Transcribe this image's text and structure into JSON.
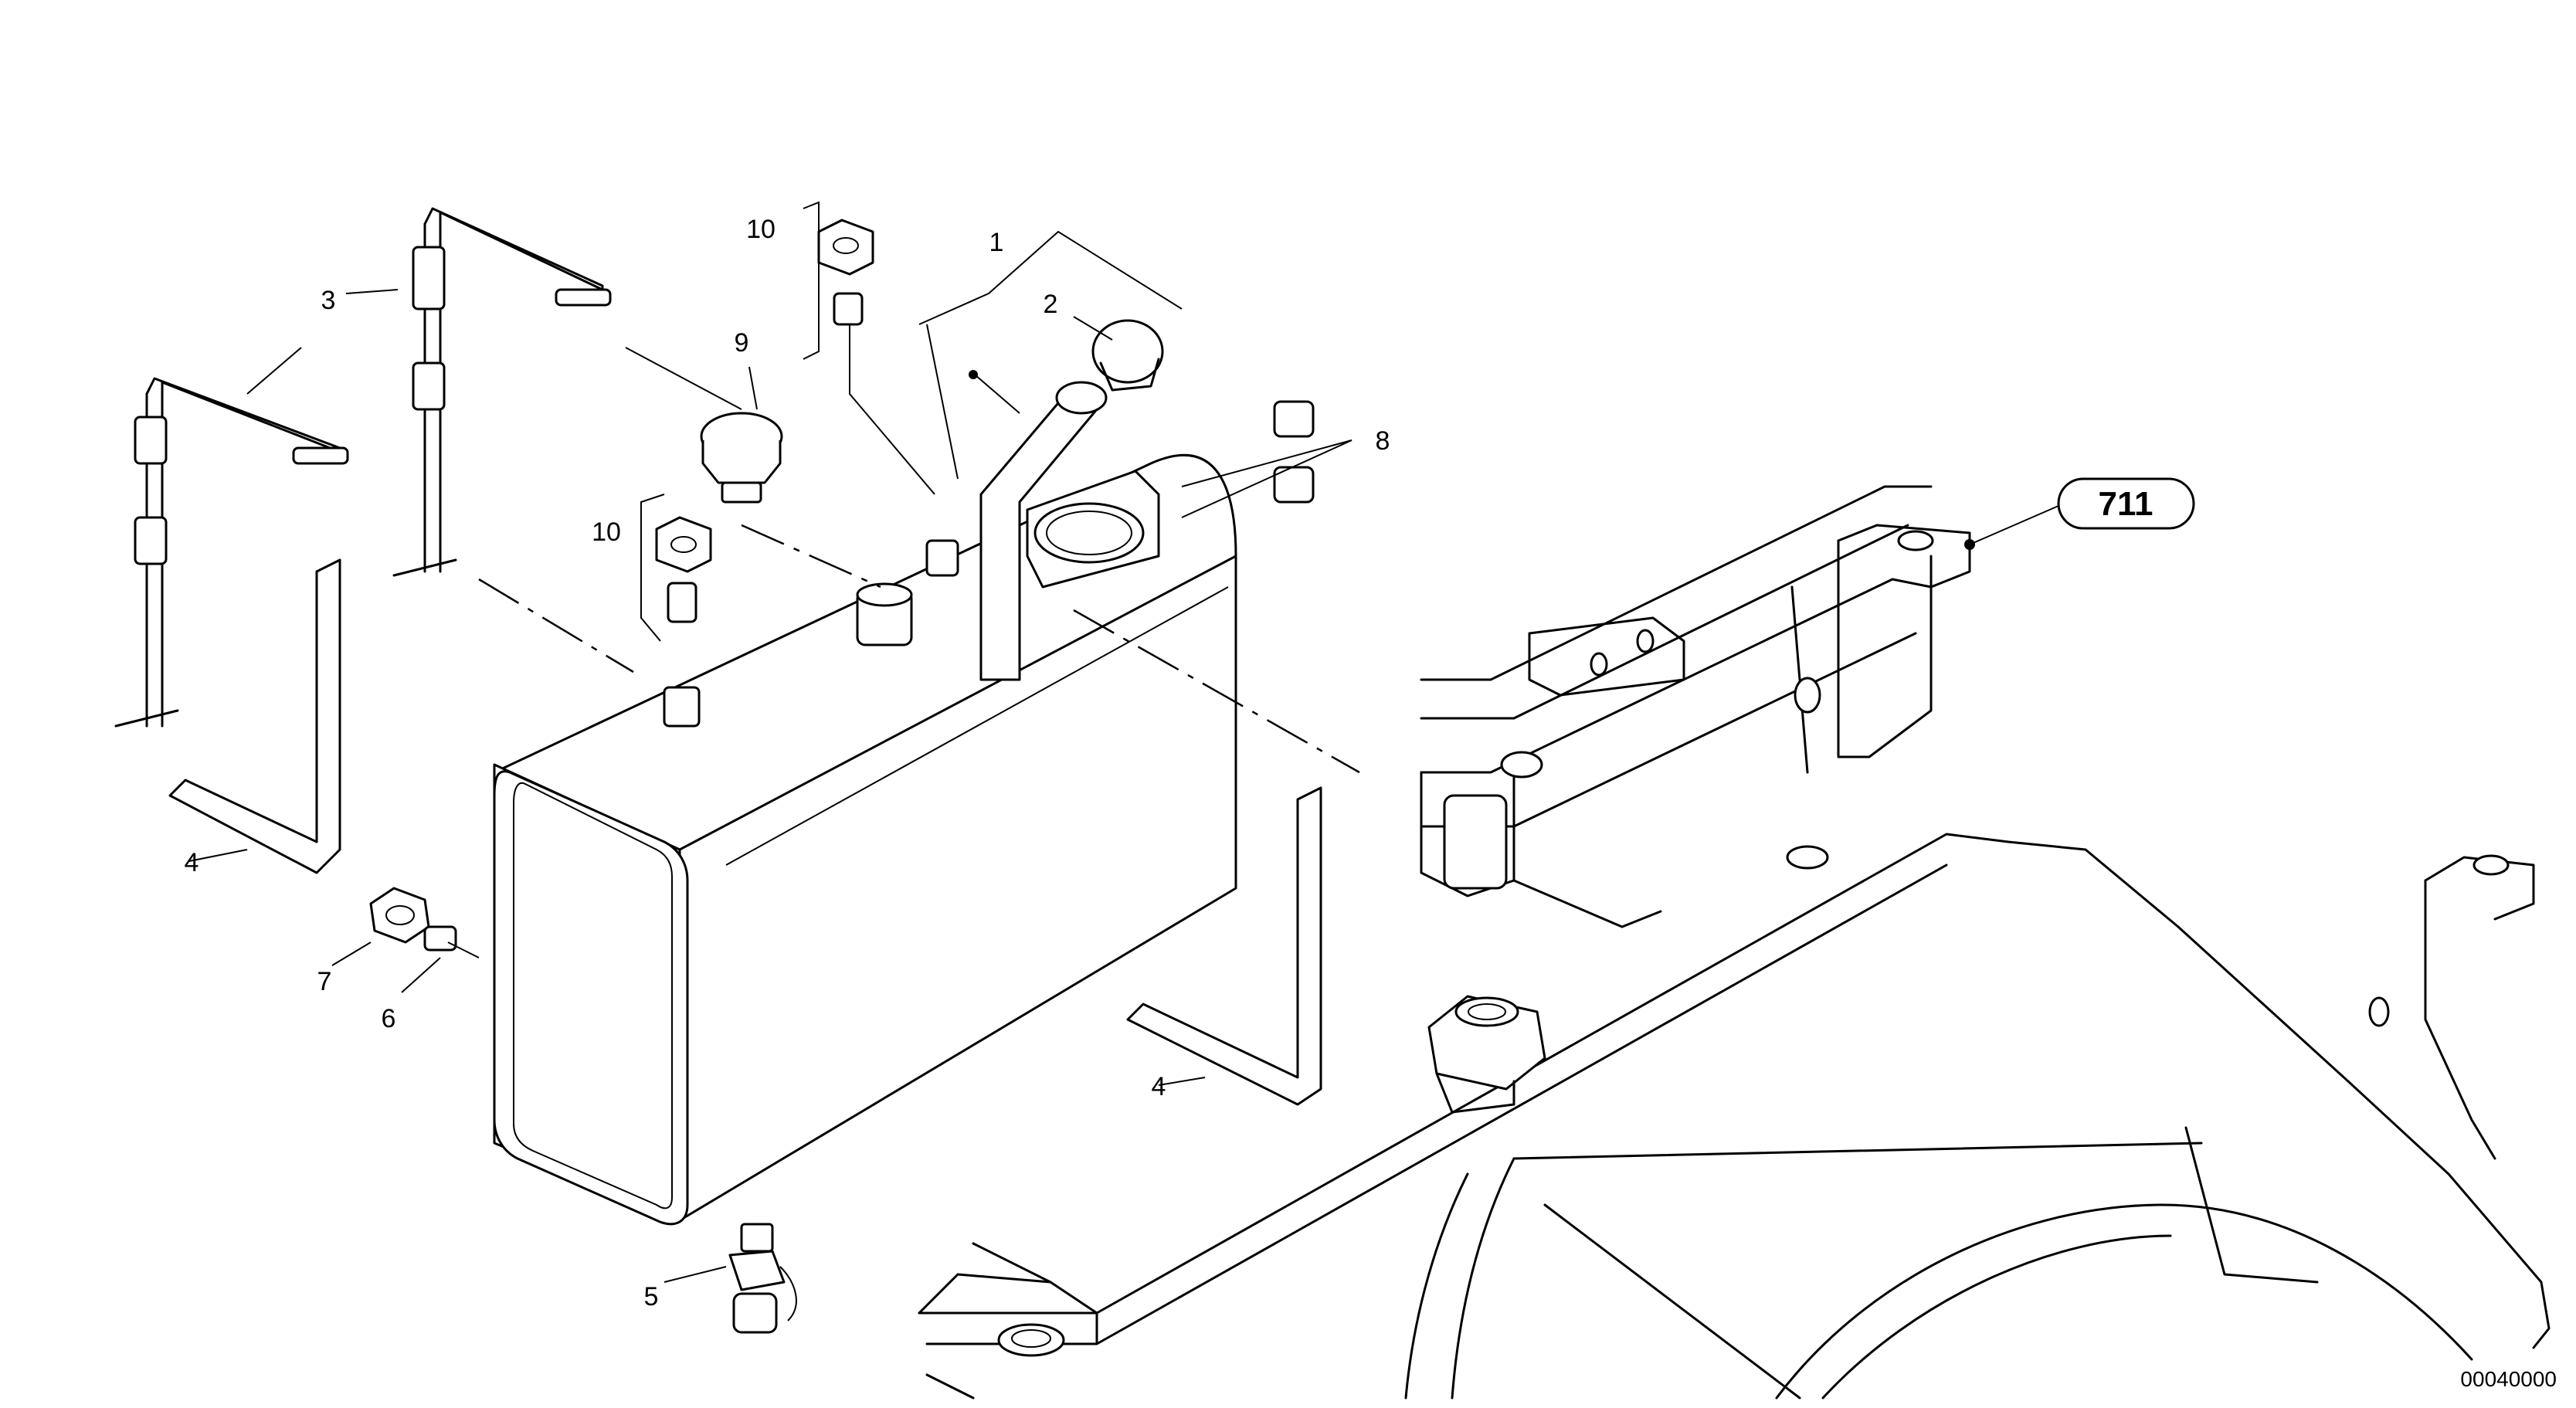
{
  "diagram": {
    "drawing_number": "00040000",
    "reference_group": "711",
    "callouts": {
      "c1": "1",
      "c2": "2",
      "c3": "3",
      "c4a": "4",
      "c4b": "4",
      "c5": "5",
      "c6": "6",
      "c7": "7",
      "c8": "8",
      "c9": "9",
      "c10a": "10",
      "c10b": "10"
    }
  }
}
